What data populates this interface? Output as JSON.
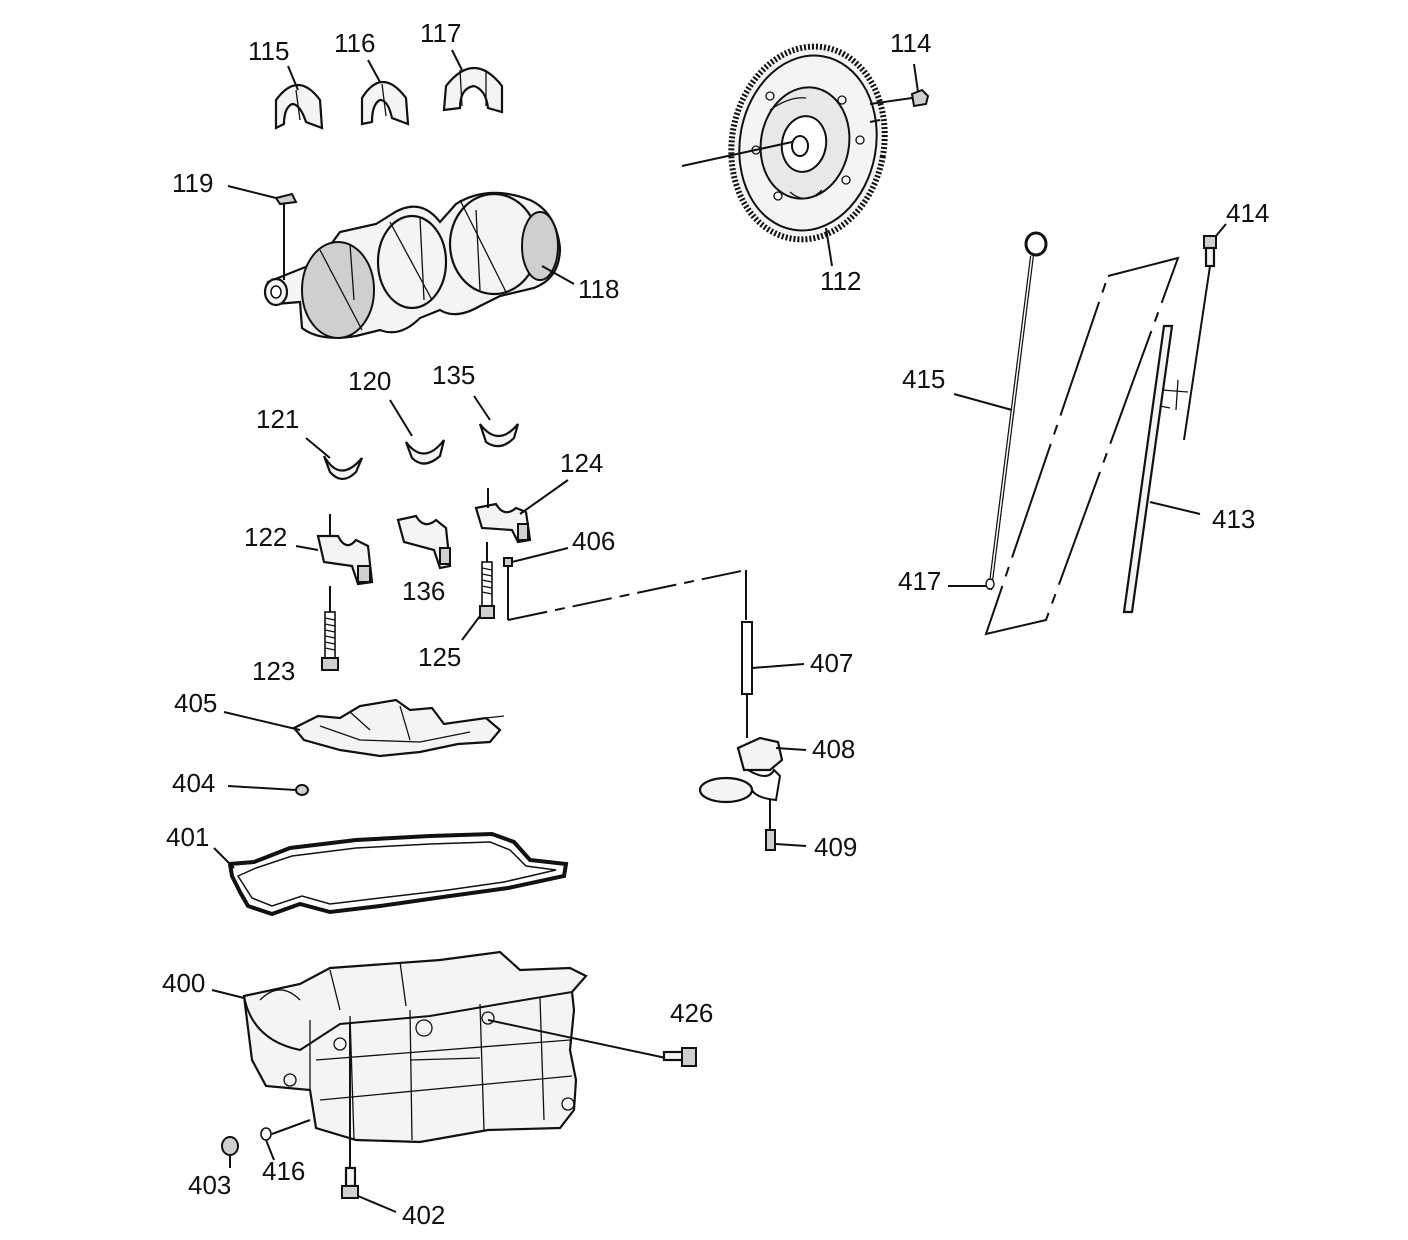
{
  "diagram": {
    "callouts": [
      {
        "id": "c115",
        "label": "115"
      },
      {
        "id": "c116",
        "label": "116"
      },
      {
        "id": "c117",
        "label": "117"
      },
      {
        "id": "c114",
        "label": "114"
      },
      {
        "id": "c119",
        "label": "119"
      },
      {
        "id": "c118",
        "label": "118"
      },
      {
        "id": "c112",
        "label": "112"
      },
      {
        "id": "c414",
        "label": "414"
      },
      {
        "id": "c415",
        "label": "415"
      },
      {
        "id": "c120",
        "label": "120"
      },
      {
        "id": "c135",
        "label": "135"
      },
      {
        "id": "c121",
        "label": "121"
      },
      {
        "id": "c124",
        "label": "124"
      },
      {
        "id": "c413",
        "label": "413"
      },
      {
        "id": "c122",
        "label": "122"
      },
      {
        "id": "c406",
        "label": "406"
      },
      {
        "id": "c136",
        "label": "136"
      },
      {
        "id": "c417",
        "label": "417"
      },
      {
        "id": "c125",
        "label": "125"
      },
      {
        "id": "c407",
        "label": "407"
      },
      {
        "id": "c123",
        "label": "123"
      },
      {
        "id": "c405",
        "label": "405"
      },
      {
        "id": "c408",
        "label": "408"
      },
      {
        "id": "c404",
        "label": "404"
      },
      {
        "id": "c409",
        "label": "409"
      },
      {
        "id": "c401",
        "label": "401"
      },
      {
        "id": "c400",
        "label": "400"
      },
      {
        "id": "c426",
        "label": "426"
      },
      {
        "id": "c403",
        "label": "403"
      },
      {
        "id": "c416",
        "label": "416"
      },
      {
        "id": "c402",
        "label": "402"
      }
    ]
  }
}
